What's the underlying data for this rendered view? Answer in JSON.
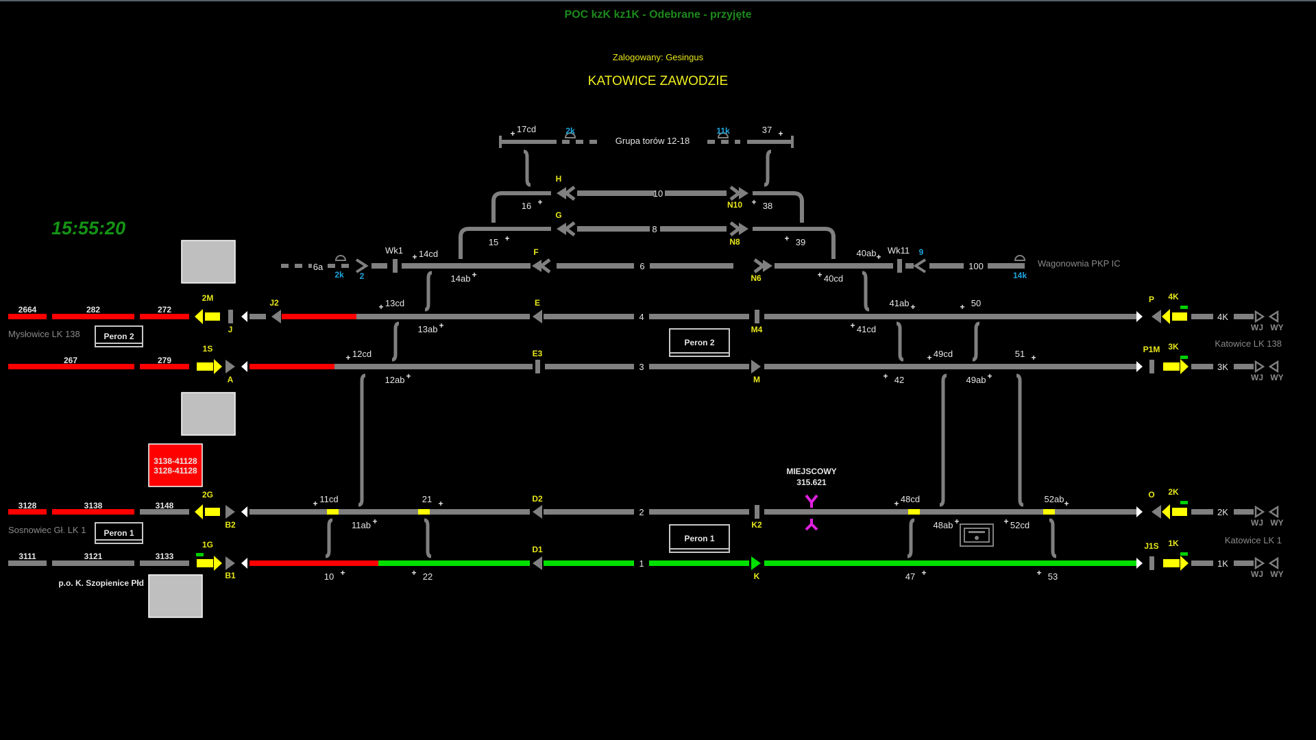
{
  "header": {
    "status": "POC kzK kz1K - Odebrane - przyjęte",
    "user": "Zalogowany: Gesingus",
    "station": "KATOWICE ZAWODZIE",
    "clock": "15:55:20"
  },
  "colors": {
    "background": "#000000",
    "track_free": "#808080",
    "track_occupied": "#ff0000",
    "track_route": "#00e000",
    "signal_label": "#e8e81a",
    "signal_arrow": "#ffff00",
    "status_text": "#1c8a1c",
    "shunting_label": "#1fa6e0",
    "alarm_box": "#ff0000",
    "miejscowy_icon": "#e020e0"
  },
  "lines": {
    "myslowice": "Mysłowice LK 138",
    "sosnowiec": "Sosnowiec Gł. LK 1",
    "szopienice": "p.o.  K. Szopienice Płd",
    "katowice138": "Katowice LK 138",
    "katowice1": "Katowice LK 1",
    "wagonownia": "Wagonownia PKP IC",
    "grupa": "Grupa torów 12-18"
  },
  "platforms": {
    "left_peron2": "Peron 2",
    "left_peron1": "Peron 1",
    "center_peron2": "Peron 2",
    "center_peron1": "Peron 1"
  },
  "alarm": {
    "line1": "3138-41128",
    "line2": "3128-41128"
  },
  "miejscowy": {
    "label": "MIEJSCOWY",
    "km": "315.621"
  },
  "blocks_left": {
    "top": [
      "2664",
      "282",
      "272"
    ],
    "second": [
      "267",
      "279"
    ],
    "third": [
      "3128",
      "3138",
      "3148"
    ],
    "bottom": [
      "3111",
      "3121",
      "3133"
    ]
  },
  "blocks_right": {
    "top": "4K",
    "second": "3K",
    "third": "2K",
    "bottom": "1K",
    "wj": "WJ",
    "wy": "WY"
  },
  "entry_signals": {
    "left": [
      "2M",
      "1S",
      "2G",
      "1G"
    ],
    "right": [
      "4K",
      "3K",
      "2K",
      "1K"
    ]
  },
  "signals": {
    "J": "J",
    "J2": "J2",
    "A": "A",
    "B2": "B2",
    "B1": "B1",
    "E": "E",
    "E3": "E3",
    "F": "F",
    "G": "G",
    "H": "H",
    "D2": "D2",
    "D1": "D1",
    "N10": "N10",
    "N8": "N8",
    "N6": "N6",
    "M4": "M4",
    "M": "M",
    "K2": "K2",
    "K": "K",
    "P": "P",
    "P1M": "P1M",
    "O": "O",
    "J1S": "J1S"
  },
  "tracks": {
    "t10": "10",
    "t8": "8",
    "t6": "6",
    "t4": "4",
    "t3": "3",
    "t2": "2",
    "t1": "1",
    "t6a": "6a",
    "t100": "100"
  },
  "shunting": {
    "k2_top": "2k",
    "k11_top": "11k",
    "k2_left": "2k",
    "s2": "2",
    "s9": "9",
    "k14": "14k",
    "wk1": "Wk1",
    "wk11": "Wk11"
  },
  "switches": {
    "s17cd": "17cd",
    "s37": "37",
    "s16": "16",
    "s38": "38",
    "s15": "15",
    "s39": "39",
    "s14cd": "14cd",
    "s14ab": "14ab",
    "s40ab": "40ab",
    "s40cd": "40cd",
    "s13cd": "13cd",
    "s13ab": "13ab",
    "s41ab": "41ab",
    "s41cd": "41cd",
    "s50": "50",
    "s12cd": "12cd",
    "s12ab": "12ab",
    "s49cd": "49cd",
    "s49ab": "49ab",
    "s51": "51",
    "s42": "42",
    "s11cd": "11cd",
    "s11ab": "11ab",
    "s21": "21",
    "s48cd": "48cd",
    "s48ab": "48ab",
    "s52ab": "52ab",
    "s52cd": "52cd",
    "s10": "10",
    "s22": "22",
    "s47": "47",
    "s53": "53",
    "plus": "+"
  }
}
